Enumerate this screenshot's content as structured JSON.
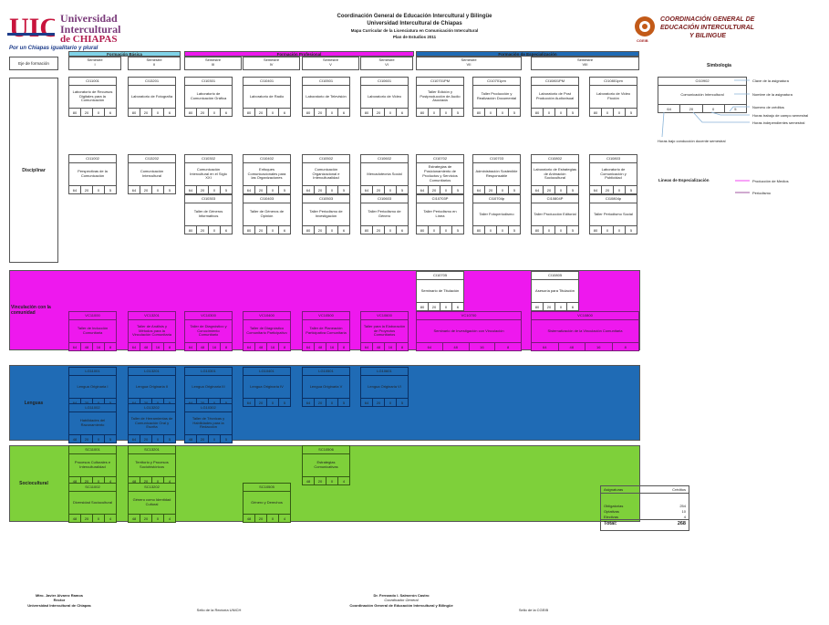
{
  "header": {
    "line1": "Coordinación General de Educación Intercultural y Bilingüe",
    "line2": "Universidad Intercultural de Chiapas",
    "line3": "Mapa Curricular de la Licenciatura en Comunicación Intercultural",
    "line4": "Plan de Estudios 2011"
  },
  "logo_left": {
    "l1": "Universidad",
    "l2": "Intercultural",
    "l3": "de CHIAPAS",
    "l4": "Por un Chiapas igualitario y plural"
  },
  "logo_right": {
    "l1": "COORDINACIÓN GENERAL DE",
    "l2": "EDUCACIÓN INTERCULTURAL",
    "l3": "Y BILINGUE",
    "seal": "CGEIB"
  },
  "bars": {
    "basic": "Formación Básica",
    "prof": "Formación Profesional",
    "spec": "Formación de Especialización"
  },
  "eje": "Eje de formación",
  "semesters": [
    {
      "t": "Semestre",
      "n": "I"
    },
    {
      "t": "Semestre",
      "n": "II"
    },
    {
      "t": "Semestre",
      "n": "III"
    },
    {
      "t": "Semestre",
      "n": "IV"
    },
    {
      "t": "Semestre",
      "n": "V"
    },
    {
      "t": "Semestre",
      "n": "VI"
    },
    {
      "t": "Semestre",
      "n": "VII"
    },
    {
      "t": "Semestre",
      "n": "VIII"
    }
  ],
  "simbologia": "Simbología",
  "bands": {
    "disc": "Disciplinar",
    "vinc": "Vinculación con la comunidad",
    "leng": "Lenguas",
    "soc": "Sociocultural"
  },
  "legend": {
    "code": "CI10902",
    "name": "Comunicación Intercultural",
    "nums": [
      "64",
      "20",
      "0",
      "5"
    ],
    "clave": "Clave de la asignatura",
    "nombre": "Nombre de la asignatura",
    "creditos": "Numero de créditos",
    "campo": "Horas trabajo de campo semestral",
    "indep": "Horas independientes semestral",
    "docente": "Horas bajo conducción docente semestral",
    "lineas": "Lineas de Especialización",
    "l1": "Producción de Medios",
    "l2": "Periodismo",
    "l1color": "#ee18ee",
    "l2color": "#8a2a8a"
  },
  "credits": {
    "h1": "Asignaturas",
    "h2": "Créditos",
    "rows": [
      {
        "l": "Obligatorias",
        "v": "254"
      },
      {
        "l": "Optativas",
        "v": "10"
      },
      {
        "l": "Electivas",
        "v": "4"
      }
    ],
    "total_l": "Total:",
    "total_v": "268"
  },
  "signatures": {
    "s1a": "Mtro. Javier Alvarez Ramos",
    "s1b": "Rector",
    "s1c": "Universidad Intercultural de Chiapas",
    "s2": "Sello de la Rectoría UNICH",
    "s3a": "Dr. Fernando I. Salmerón Castro",
    "s3b": "Coordinador General",
    "s3c": "Coordinación General de Educación Intercultural y Bilingüe",
    "s4": "Sello de la CGEIB"
  },
  "courses": [
    {
      "code": "CI11001",
      "name": "Laboratorio de Recursos Digitales para la Comunicación",
      "nums": [
        "80",
        "20",
        "0",
        "6"
      ],
      "color": "white"
    },
    {
      "code": "CI13201",
      "name": "Laboratorio de Fotografía",
      "nums": [
        "80",
        "20",
        "0",
        "6"
      ],
      "color": "white"
    },
    {
      "code": "CI10301",
      "name": "Laboratorio de Comunicación Gráfica",
      "nums": [
        "80",
        "20",
        "0",
        "6"
      ],
      "color": "white"
    },
    {
      "code": "CI10401",
      "name": "Laboratorio de Radio",
      "nums": [
        "80",
        "20",
        "0",
        "6"
      ],
      "color": "white"
    },
    {
      "code": "CI10501",
      "name": "Laboratorio de Televisión",
      "nums": [
        "80",
        "20",
        "0",
        "6"
      ],
      "color": "white"
    },
    {
      "code": "CI10601",
      "name": "Laboratorio de Video",
      "nums": [
        "80",
        "20",
        "0",
        "6"
      ],
      "color": "white"
    },
    {
      "code": "CI10701PM",
      "name": "Taller Edición y Postproducción de Audio Asociada",
      "nums": [
        "80",
        "0",
        "0",
        "5"
      ],
      "color": "white"
    },
    {
      "code": "CI10701pm",
      "name": "Taller Producción y Realización Documental",
      "nums": [
        "80",
        "0",
        "0",
        "5"
      ],
      "color": "white"
    },
    {
      "code": "CI10801PM",
      "name": "Laboratorio de Post Producción Audiovisual",
      "nums": [
        "80",
        "0",
        "0",
        "5"
      ],
      "color": "white"
    },
    {
      "code": "CI10801pm",
      "name": "Laboratorio de Video Ficción",
      "nums": [
        "80",
        "0",
        "0",
        "5"
      ],
      "color": "white"
    },
    {
      "code": "CI11002",
      "name": "Perspectivas de la Comunicación",
      "nums": [
        "64",
        "20",
        "0",
        "5"
      ],
      "color": "white"
    },
    {
      "code": "CI13202",
      "name": "Comunicación Intercultural",
      "nums": [
        "64",
        "20",
        "0",
        "5"
      ],
      "color": "white"
    },
    {
      "code": "CI10302",
      "name": "Comunicación Intercultural en el Siglo XXI",
      "nums": [
        "64",
        "20",
        "0",
        "5"
      ],
      "color": "white"
    },
    {
      "code": "CI10402",
      "name": "Enfoques Comunicacionales para las Organizaciones",
      "nums": [
        "64",
        "20",
        "0",
        "5"
      ],
      "color": "white"
    },
    {
      "code": "CI10502",
      "name": "Comunicación Organizacional e Interculturalidad",
      "nums": [
        "64",
        "20",
        "0",
        "5"
      ],
      "color": "white"
    },
    {
      "code": "CI10602",
      "name": "Mercadotecnia Social",
      "nums": [
        "64",
        "20",
        "0",
        "5"
      ],
      "color": "white"
    },
    {
      "code": "CI10702",
      "name": "Estrategias de Posicionamiento de Productos y Servicios Comunitarios",
      "nums": [
        "64",
        "20",
        "0",
        "5"
      ],
      "color": "white"
    },
    {
      "code": "CI10703",
      "name": "Administración Sostenible Responsable",
      "nums": [
        "64",
        "20",
        "0",
        "5"
      ],
      "color": "white"
    },
    {
      "code": "CI10802",
      "name": "Laboratorio de Estrategias de Animación Sociocultural",
      "nums": [
        "64",
        "20",
        "0",
        "5"
      ],
      "color": "white"
    },
    {
      "code": "CI10803",
      "name": "Laboratorio de Comunicación y Publicidad",
      "nums": [
        "64",
        "20",
        "0",
        "5"
      ],
      "color": "white"
    },
    {
      "code": "CI10303",
      "name": "Taller de Géneros Informativos",
      "nums": [
        "80",
        "20",
        "0",
        "6"
      ],
      "color": "white"
    },
    {
      "code": "CI10403",
      "name": "Taller de Géneros de Opinión",
      "nums": [
        "80",
        "20",
        "0",
        "6"
      ],
      "color": "white"
    },
    {
      "code": "CI10503",
      "name": "Taller Periodismo de Investigación",
      "nums": [
        "80",
        "20",
        "0",
        "6"
      ],
      "color": "white"
    },
    {
      "code": "CI10603",
      "name": "Taller Periodismo de Género",
      "nums": [
        "80",
        "20",
        "0",
        "6"
      ],
      "color": "white"
    },
    {
      "code": "CI10703P",
      "name": "Taller Periodismo en Línea",
      "nums": [
        "80",
        "0",
        "0",
        "5"
      ],
      "color": "white"
    },
    {
      "code": "CI10704p",
      "name": "Taller Fotoperiodismo",
      "nums": [
        "80",
        "0",
        "0",
        "5"
      ],
      "color": "white"
    },
    {
      "code": "CI10804P",
      "name": "Taller Producción Editorial",
      "nums": [
        "80",
        "0",
        "0",
        "5"
      ],
      "color": "white"
    },
    {
      "code": "CI10804p",
      "name": "Taller Periodismo Social",
      "nums": [
        "80",
        "0",
        "0",
        "5"
      ],
      "color": "white"
    },
    {
      "code": "CI10705",
      "name": "Seminario de Titulación",
      "nums": [
        "80",
        "20",
        "0",
        "6"
      ],
      "color": "white"
    },
    {
      "code": "CI10805",
      "name": "Asesoría para Titulación",
      "nums": [
        "80",
        "20",
        "0",
        "6"
      ],
      "color": "white"
    },
    {
      "code": "VC11000",
      "name": "Taller de Inducción Comunitaria",
      "nums": [
        "64",
        "48",
        "16",
        "8"
      ],
      "color": "magenta"
    },
    {
      "code": "VC13201",
      "name": "Taller de Análisis y Métodos para la Vinculación Comunitaria",
      "nums": [
        "64",
        "48",
        "16",
        "8"
      ],
      "color": "magenta"
    },
    {
      "code": "VC10300",
      "name": "Taller de Diagnóstico y Conocimiento Comunitario",
      "nums": [
        "64",
        "48",
        "16",
        "8"
      ],
      "color": "magenta"
    },
    {
      "code": "VC10400",
      "name": "Taller de Diagnóstico Comunitario Participativo",
      "nums": [
        "64",
        "48",
        "16",
        "8"
      ],
      "color": "magenta"
    },
    {
      "code": "VC10500",
      "name": "Taller de Planeación Participativa Comunitaria",
      "nums": [
        "64",
        "48",
        "16",
        "8"
      ],
      "color": "magenta"
    },
    {
      "code": "VC10600",
      "name": "Taller para la Elaboración de Proyectos Comunitarios",
      "nums": [
        "64",
        "48",
        "16",
        "8"
      ],
      "color": "magenta"
    },
    {
      "code": "VC10700",
      "name": "Seminario de Investigación con Vinculación",
      "nums": [
        "64",
        "48",
        "16",
        "8"
      ],
      "color": "magenta"
    },
    {
      "code": "VC10800",
      "name": "Sistematización de la Vinculación Comunitaria",
      "nums": [
        "64",
        "48",
        "16",
        "8"
      ],
      "color": "magenta"
    },
    {
      "code": "LG11001",
      "name": "Lengua Originaria I",
      "nums": [
        "64",
        "20",
        "0",
        "5"
      ],
      "color": "blue"
    },
    {
      "code": "LG13201",
      "name": "Lengua Originaria II",
      "nums": [
        "64",
        "20",
        "0",
        "5"
      ],
      "color": "blue"
    },
    {
      "code": "LG10301",
      "name": "Lengua Originaria III",
      "nums": [
        "64",
        "20",
        "0",
        "5"
      ],
      "color": "blue"
    },
    {
      "code": "LG10401",
      "name": "Lengua Originaria IV",
      "nums": [
        "64",
        "20",
        "0",
        "5"
      ],
      "color": "blue"
    },
    {
      "code": "LG10501",
      "name": "Lengua Originaria V",
      "nums": [
        "64",
        "20",
        "0",
        "5"
      ],
      "color": "blue"
    },
    {
      "code": "LG10601",
      "name": "Lengua Originaria VI",
      "nums": [
        "64",
        "20",
        "0",
        "5"
      ],
      "color": "blue"
    },
    {
      "code": "LG11002",
      "name": "Habilidades del Razonamiento",
      "nums": [
        "48",
        "20",
        "0",
        "5"
      ],
      "color": "blue"
    },
    {
      "code": "LG13202",
      "name": "Taller de Herramientas de Comunicación Oral y Escrita",
      "nums": [
        "64",
        "20",
        "0",
        "5"
      ],
      "color": "blue"
    },
    {
      "code": "LG10302",
      "name": "Taller de Técnicas y Habilidades para la Redacción",
      "nums": [
        "48",
        "20",
        "0",
        "5"
      ],
      "color": "blue"
    },
    {
      "code": "SC11001",
      "name": "Procesos Culturales e Interculturalidad",
      "nums": [
        "48",
        "20",
        "0",
        "4"
      ],
      "color": "green"
    },
    {
      "code": "SC13201",
      "name": "Territorio y Procesos Sociohistóricos",
      "nums": [
        "48",
        "20",
        "0",
        "4"
      ],
      "color": "green"
    },
    {
      "code": "SC10506",
      "name": "Estrategias Comunicativas",
      "nums": [
        "48",
        "20",
        "0",
        "4"
      ],
      "color": "green"
    },
    {
      "code": "SC11002",
      "name": "Diversidad Sociocultural",
      "nums": [
        "48",
        "20",
        "0",
        "4"
      ],
      "color": "green"
    },
    {
      "code": "SC13202",
      "name": "Género como Identidad Cultural",
      "nums": [
        "48",
        "20",
        "0",
        "4"
      ],
      "color": "green"
    },
    {
      "code": "SC10505",
      "name": "Género y Derechos",
      "nums": [
        "48",
        "20",
        "0",
        "4"
      ],
      "color": "green"
    }
  ]
}
